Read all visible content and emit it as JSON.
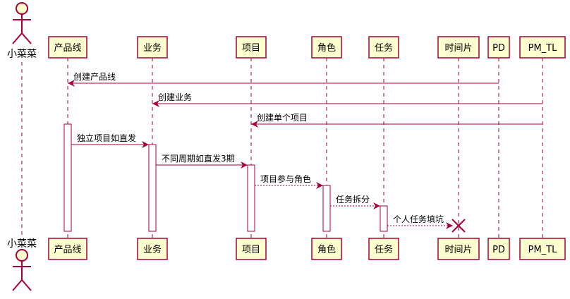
{
  "participants": [
    {
      "id": "xcc",
      "label": "小菜菜",
      "kind": "actor"
    },
    {
      "id": "line",
      "label": "产品线",
      "kind": "box"
    },
    {
      "id": "biz",
      "label": "业务",
      "kind": "box"
    },
    {
      "id": "proj",
      "label": "项目",
      "kind": "box"
    },
    {
      "id": "role",
      "label": "角色",
      "kind": "box"
    },
    {
      "id": "task",
      "label": "任务",
      "kind": "box"
    },
    {
      "id": "slot",
      "label": "时间片",
      "kind": "box"
    },
    {
      "id": "pd",
      "label": "PD",
      "kind": "box"
    },
    {
      "id": "pmtl",
      "label": "PM_TL",
      "kind": "box"
    }
  ],
  "messages": [
    {
      "from": "pd",
      "to": "line",
      "label": "创建产品线",
      "style": "solid"
    },
    {
      "from": "pmtl",
      "to": "biz",
      "label": "创建业务",
      "style": "solid"
    },
    {
      "from": "pmtl",
      "to": "proj",
      "label": "创建单个项目",
      "style": "solid"
    },
    {
      "from": "line",
      "to": "biz",
      "label": "独立项目如直发",
      "style": "solid"
    },
    {
      "from": "biz",
      "to": "proj",
      "label": "不同周期如直发3期",
      "style": "solid"
    },
    {
      "from": "proj",
      "to": "role",
      "label": "项目参与角色",
      "style": "dashed"
    },
    {
      "from": "role",
      "to": "task",
      "label": "任务拆分",
      "style": "dashed"
    },
    {
      "from": "task",
      "to": "slot",
      "label": "个人任务填坑",
      "style": "dashed",
      "destroy": true
    }
  ],
  "colors": {
    "box_fill": "#FEFECE",
    "box_border": "#A80036",
    "arrow": "#A80036",
    "lifeline": "#A80036",
    "activation_fill": "#FFFFFF"
  }
}
